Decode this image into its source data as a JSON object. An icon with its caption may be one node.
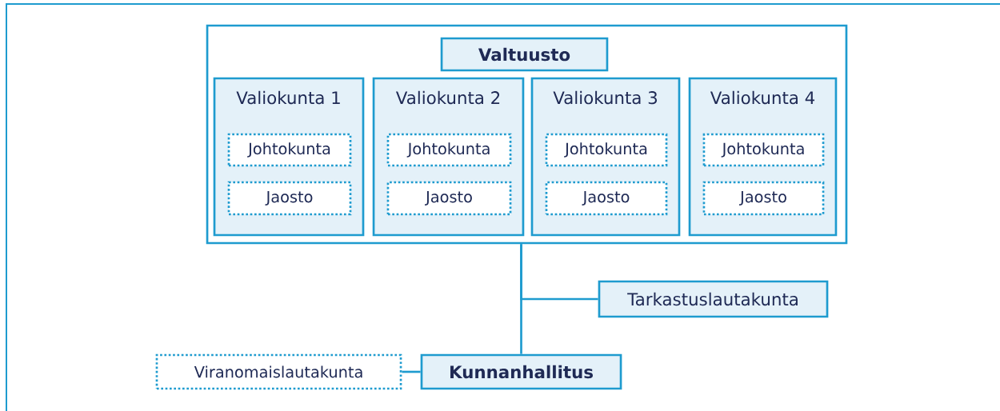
{
  "diagram": {
    "nodes": [
      {
        "text": [],
        "shape": "box"
      },
      {
        "text": [
          "Valtuusto"
        ],
        "in": 0
      },
      {
        "text": [
          "Valiokunta 1"
        ],
        "in": 0
      },
      {
        "text": [
          "Johtokunta"
        ],
        "in": 2
      },
      {
        "text": [
          "Jaosto"
        ],
        "in": 2
      },
      {
        "text": [
          "Valiokunta 2"
        ],
        "in": 0
      },
      {
        "text": [
          "Johtokunta"
        ],
        "in": 5
      },
      {
        "text": [
          "Jaosto"
        ],
        "in": 5
      },
      {
        "text": [
          "Valiokunta 3"
        ],
        "in": 0
      },
      {
        "text": [
          "Johtokunta"
        ],
        "in": 8
      },
      {
        "text": [
          "Jaosto"
        ],
        "in": 8
      },
      {
        "text": [
          "Valiokunta 4"
        ],
        "in": 0
      },
      {
        "text": [
          "Johtokunta"
        ],
        "in": 11
      },
      {
        "text": [
          "Jaosto"
        ],
        "in": 11
      },
      {
        "text": [
          "Tarkastuslautakunta"
        ]
      },
      {
        "text": [
          "Viranomaislautakunta"
        ]
      },
      {
        "text": [
          "Kunnanhallitus"
        ]
      }
    ],
    "edges": [
      {
        "from": 0,
        "to": 14,
        "arrow": "none"
      },
      {
        "from": 0,
        "to": 16,
        "arrow": "none"
      },
      {
        "from": 15,
        "to": 16,
        "arrow": "none"
      }
    ]
  }
}
